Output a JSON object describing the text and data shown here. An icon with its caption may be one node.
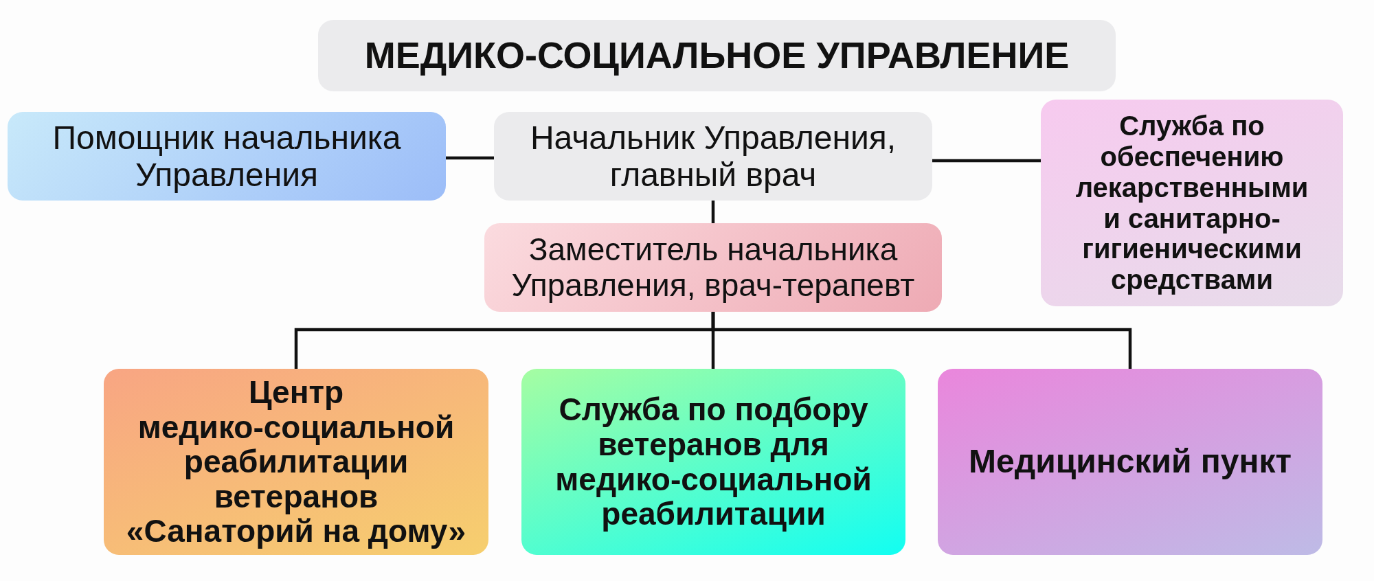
{
  "diagram": {
    "nodes": [
      {
        "text": [
          "МЕДИКО-СОЦИАЛЬНОЕ УПРАВЛЕНИЕ"
        ]
      },
      {
        "text": [
          "Помощник начальника Управления"
        ]
      },
      {
        "text": [
          "Начальник Управления, главный врач"
        ]
      },
      {
        "text": [
          "Служба по обеспечению лекарственными и санитарно-гигиеническими средствами"
        ]
      },
      {
        "text": [
          "Заместитель начальника Управления, врач-терапевт"
        ]
      },
      {
        "text": [
          "Центр медико-социальной реабилитации ветеранов «Санаторий на дому»"
        ]
      },
      {
        "text": [
          "Служба по подбору ветеранов для медико-социальной реабилитации"
        ]
      },
      {
        "text": [
          "Медицинский пункт"
        ]
      }
    ],
    "edges": [
      {
        "from": 2,
        "to": 1,
        "arrow": "none"
      },
      {
        "from": 2,
        "to": 3,
        "arrow": "none"
      },
      {
        "from": 2,
        "to": 4,
        "arrow": "none"
      },
      {
        "from": 4,
        "to": 5,
        "arrow": "none"
      },
      {
        "from": 4,
        "to": 6,
        "arrow": "none"
      },
      {
        "from": 4,
        "to": 7,
        "arrow": "none"
      }
    ]
  }
}
